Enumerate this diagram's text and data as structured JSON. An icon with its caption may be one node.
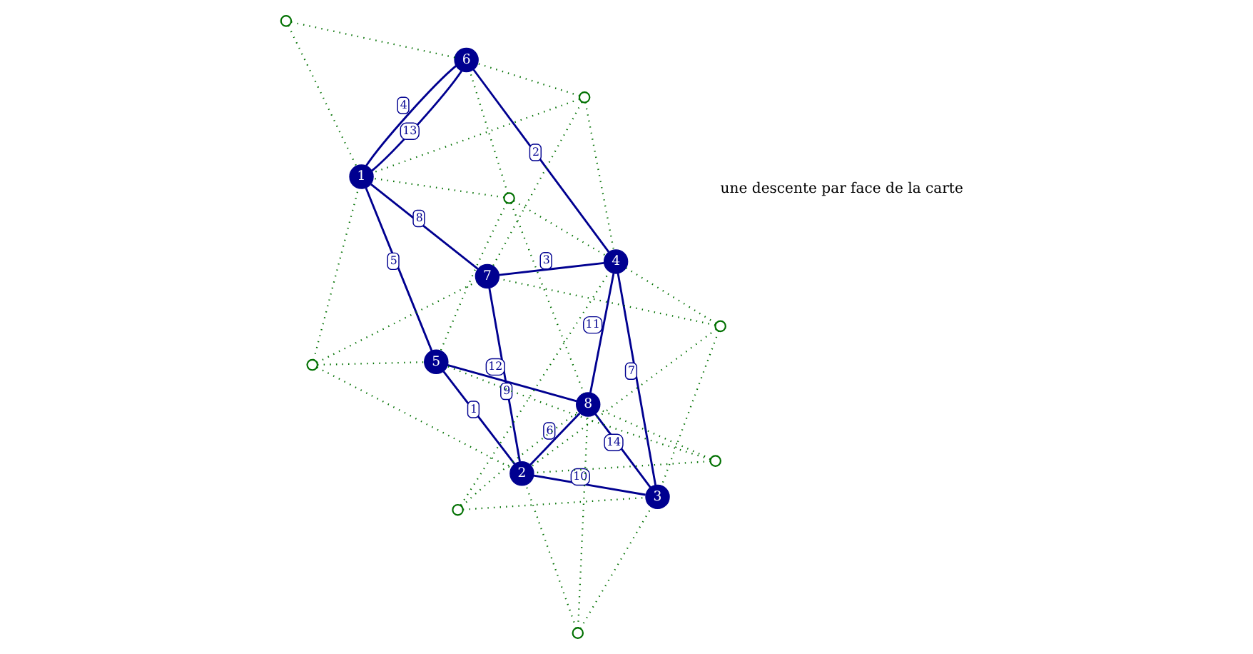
{
  "diagram": {
    "nodes": [
      {
        "text": [
          "1"
        ]
      },
      {
        "text": [
          "2"
        ]
      },
      {
        "text": [
          "3"
        ]
      },
      {
        "text": [
          "4"
        ]
      },
      {
        "text": [
          "5"
        ]
      },
      {
        "text": [
          "6"
        ]
      },
      {
        "text": [
          "7"
        ]
      },
      {
        "text": [
          "8"
        ]
      },
      {
        "text": [],
        "shape": "circle"
      },
      {
        "text": [],
        "shape": "circle"
      },
      {
        "text": [],
        "shape": "circle"
      },
      {
        "text": [],
        "shape": "circle"
      },
      {
        "text": [],
        "shape": "circle"
      },
      {
        "text": [],
        "shape": "circle"
      },
      {
        "text": [],
        "shape": "circle"
      },
      {
        "text": [],
        "shape": "circle"
      }
    ],
    "edges": [
      {
        "from": 1,
        "to": 4,
        "arrow": "none",
        "label": "1",
        "color": "#000090"
      },
      {
        "from": 3,
        "to": 5,
        "arrow": "none",
        "label": "2",
        "color": "#000090"
      },
      {
        "from": 6,
        "to": 3,
        "arrow": "none",
        "label": "3",
        "color": "#000090"
      },
      {
        "from": 0,
        "to": 5,
        "arrow": "none",
        "label": "4",
        "color": "#000090"
      },
      {
        "from": 4,
        "to": 0,
        "arrow": "none",
        "label": "5",
        "color": "#000090"
      },
      {
        "from": 1,
        "to": 7,
        "arrow": "none",
        "label": "6",
        "color": "#000090"
      },
      {
        "from": 2,
        "to": 3,
        "arrow": "none",
        "label": "7",
        "color": "#000090"
      },
      {
        "from": 6,
        "to": 0,
        "arrow": "none",
        "label": "8",
        "color": "#000090"
      },
      {
        "from": 4,
        "to": 7,
        "arrow": "none",
        "label": "9",
        "color": "#000090"
      },
      {
        "from": 2,
        "to": 1,
        "arrow": "none",
        "label": "10",
        "color": "#000090"
      },
      {
        "from": 7,
        "to": 3,
        "arrow": "none",
        "label": "11",
        "color": "#000090"
      },
      {
        "from": 1,
        "to": 6,
        "arrow": "none",
        "label": "12",
        "color": "#000090"
      },
      {
        "from": 5,
        "to": 0,
        "arrow": "none",
        "label": "13",
        "color": "#000090"
      },
      {
        "from": 2,
        "to": 7,
        "arrow": "none",
        "label": "14",
        "color": "#000090"
      },
      {
        "from": 8,
        "to": 2,
        "arrow": "none",
        "style": "dashed"
      },
      {
        "from": 8,
        "to": 1,
        "arrow": "none",
        "style": "dashed"
      },
      {
        "from": 8,
        "to": 7,
        "arrow": "none",
        "style": "dashed"
      },
      {
        "from": 9,
        "to": 1,
        "arrow": "none",
        "style": "dashed"
      },
      {
        "from": 9,
        "to": 7,
        "arrow": "none",
        "style": "dashed"
      },
      {
        "from": 9,
        "to": 4,
        "arrow": "none",
        "style": "dashed"
      },
      {
        "from": 10,
        "to": 1,
        "arrow": "none",
        "style": "dashed"
      },
      {
        "from": 10,
        "to": 4,
        "arrow": "none",
        "style": "dashed"
      },
      {
        "from": 10,
        "to": 0,
        "arrow": "none",
        "style": "dashed"
      },
      {
        "from": 10,
        "to": 6,
        "arrow": "none",
        "style": "dashed"
      },
      {
        "from": 11,
        "to": 4,
        "arrow": "none",
        "style": "dashed"
      },
      {
        "from": 11,
        "to": 7,
        "arrow": "none",
        "style": "dashed"
      },
      {
        "from": 11,
        "to": 0,
        "arrow": "none",
        "style": "dashed"
      },
      {
        "from": 11,
        "to": 5,
        "arrow": "none",
        "style": "dashed"
      },
      {
        "from": 11,
        "to": 3,
        "arrow": "none",
        "style": "dashed"
      },
      {
        "from": 12,
        "to": 2,
        "arrow": "none",
        "style": "dashed"
      },
      {
        "from": 12,
        "to": 1,
        "arrow": "none",
        "style": "dashed"
      },
      {
        "from": 12,
        "to": 6,
        "arrow": "none",
        "style": "dashed"
      },
      {
        "from": 12,
        "to": 3,
        "arrow": "none",
        "style": "dashed"
      },
      {
        "from": 13,
        "to": 0,
        "arrow": "none",
        "style": "dashed"
      },
      {
        "from": 13,
        "to": 5,
        "arrow": "none",
        "style": "dashed"
      },
      {
        "from": 13,
        "to": 3,
        "arrow": "none",
        "style": "dashed"
      },
      {
        "from": 13,
        "to": 6,
        "arrow": "none",
        "style": "dashed"
      },
      {
        "from": 14,
        "to": 0,
        "arrow": "none",
        "style": "dashed"
      },
      {
        "from": 14,
        "to": 5,
        "arrow": "none",
        "style": "dashed"
      },
      {
        "from": 15,
        "to": 2,
        "arrow": "none",
        "style": "dashed"
      },
      {
        "from": 15,
        "to": 3,
        "arrow": "none",
        "style": "dashed"
      },
      {
        "from": 15,
        "to": 7,
        "arrow": "none",
        "style": "dashed"
      }
    ],
    "labels": [
      "une descente par face de la carte"
    ]
  }
}
